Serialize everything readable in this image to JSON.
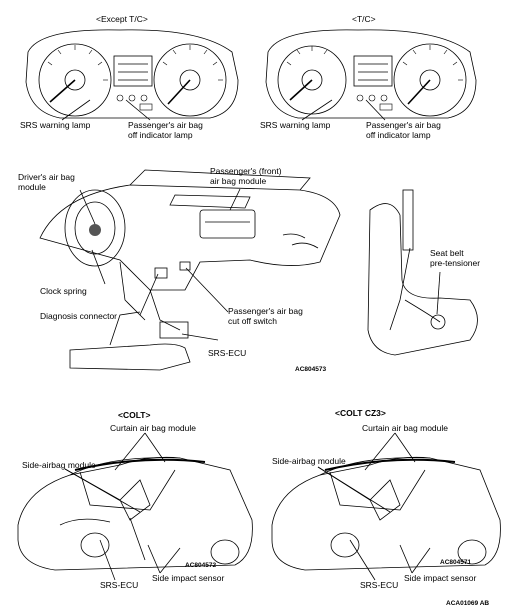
{
  "clusters": {
    "left_title": "<Except T/C>",
    "right_title": "<T/C>",
    "srs_warning_lamp": "SRS warning lamp",
    "passenger_off_lamp": "Passenger's air bag\noff indicator lamp"
  },
  "dashboard": {
    "driver_airbag": "Driver's air bag\nmodule",
    "passenger_airbag": "Passenger's (front)\nair bag module",
    "clock_spring": "Clock spring",
    "diagnosis_connector": "Diagnosis connector",
    "cutoff_switch": "Passenger's air bag\ncut off switch",
    "srs_ecu": "SRS-ECU",
    "code": "AC804573"
  },
  "seatbelt": {
    "pretensioner": "Seat belt\npre-tensioner"
  },
  "cars": {
    "left": {
      "title": "<COLT>",
      "curtain": "Curtain air bag module",
      "side_airbag": "Side-airbag module",
      "srs_ecu": "SRS-ECU",
      "side_sensor": "Side impact sensor",
      "code": "AC804572"
    },
    "right": {
      "title": "<COLT CZ3>",
      "curtain": "Curtain air bag module",
      "side_airbag": "Side-airbag module",
      "srs_ecu": "SRS-ECU",
      "side_sensor": "Side impact sensor",
      "code": "AC804571"
    }
  },
  "figure_code": "ACA01069 AB"
}
